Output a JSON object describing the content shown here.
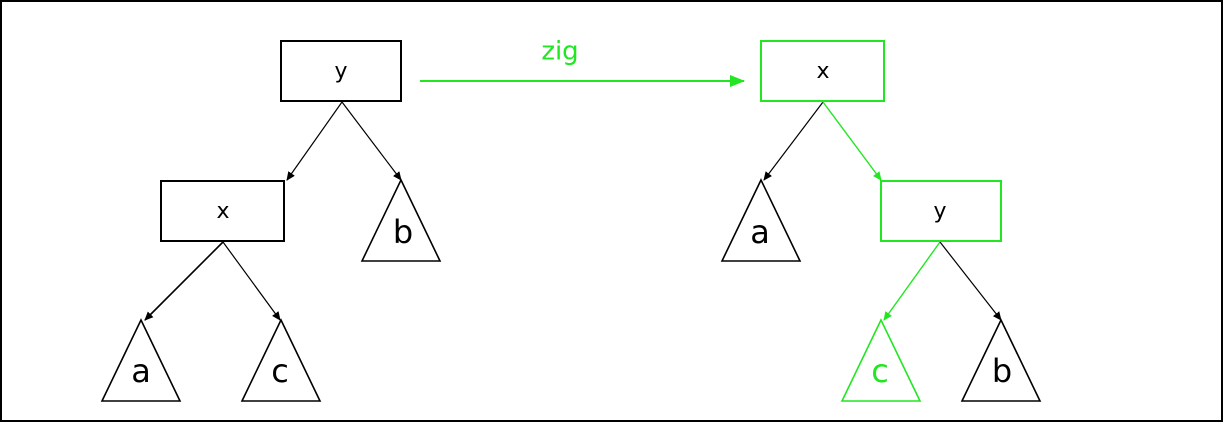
{
  "colors": {
    "default": "#000000",
    "highlight": "#22e622",
    "background": "#ffffff"
  },
  "operation": {
    "label": "zig"
  },
  "before_tree": {
    "root": {
      "label": "y"
    },
    "left_child": {
      "label": "x"
    },
    "right_subtree": {
      "label": "b"
    },
    "left_left_subtree": {
      "label": "a"
    },
    "left_right_subtree": {
      "label": "c"
    }
  },
  "after_tree": {
    "root": {
      "label": "x"
    },
    "left_subtree": {
      "label": "a"
    },
    "right_child": {
      "label": "y"
    },
    "right_left_subtree": {
      "label": "c"
    },
    "right_right_subtree": {
      "label": "b"
    }
  }
}
